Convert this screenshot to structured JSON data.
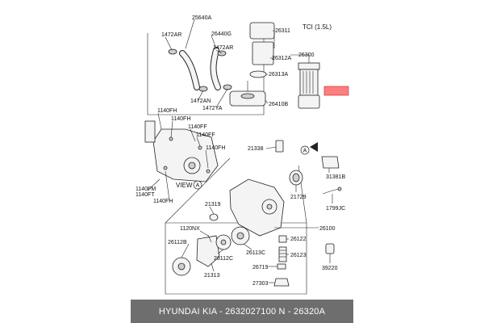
{
  "header_note": "TCI (1.5L)",
  "view_label": "VIEW",
  "view_mark": "A",
  "arrow_mark": "A",
  "footer_text": "HYUNDAI  KIA - 2632027100     N - 26320A",
  "highlight_part": "26320A",
  "highlight_color": "#ff7f7f",
  "labels": {
    "p25640A": "25640A",
    "p1472AR_a": "1472AR",
    "p26440G": "26440G",
    "p1472AR_b": "1472AR",
    "p1472AN": "1472AN",
    "p1472YA": "1472YA",
    "p26311": "26311",
    "p26312A": "26312A",
    "p26300": "26300",
    "p26313A": "26313A",
    "p26410B": "26410B",
    "p1140FH_a": "1140FH",
    "p1140FH_b": "1140FH",
    "p1140FF_a": "1140FF",
    "p1140FF_b": "1140FF",
    "p1140FH_c": "1140FH",
    "p1140FM": "1140FM",
    "p1140FT": "1140FT",
    "p1140FH_d": "1140FH",
    "p21338": "21338",
    "p31381B": "31381B",
    "p1799JC": "1799JC",
    "p21319": "21319",
    "p21729": "21729",
    "p26100": "26100",
    "p1120NX": "1120NX",
    "p26112B": "26112B",
    "p26112C": "26112C",
    "p26113C": "26113C",
    "p26122": "26122",
    "p26123": "26123",
    "p26719": "26719",
    "p39220": "39220",
    "p21313": "21313",
    "p27303": "27303"
  }
}
